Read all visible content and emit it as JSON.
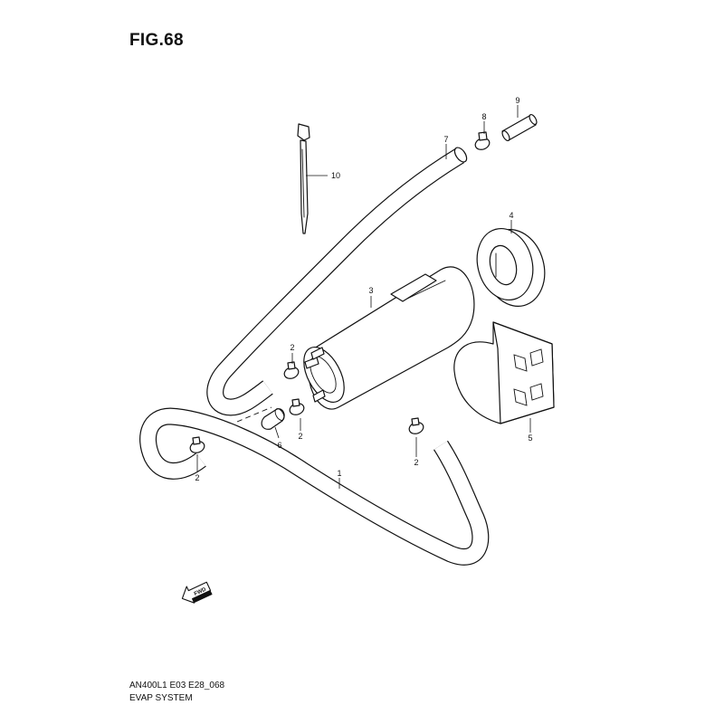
{
  "figure": {
    "title": "FIG.68",
    "model_code": "AN400L1 E03 E28_068",
    "section_title": "EVAP SYSTEM"
  },
  "fwd_label": "FWD",
  "callouts": [
    {
      "id": "c1",
      "label": "1",
      "part": "hose"
    },
    {
      "id": "c2a",
      "label": "2",
      "part": "clamp"
    },
    {
      "id": "c2b",
      "label": "2",
      "part": "clamp"
    },
    {
      "id": "c2c",
      "label": "2",
      "part": "clamp"
    },
    {
      "id": "c2d",
      "label": "2",
      "part": "clamp"
    },
    {
      "id": "c3",
      "label": "3",
      "part": "canister"
    },
    {
      "id": "c4",
      "label": "4",
      "part": "cushion ring"
    },
    {
      "id": "c5",
      "label": "5",
      "part": "holder"
    },
    {
      "id": "c6",
      "label": "6",
      "part": "cap"
    },
    {
      "id": "c7",
      "label": "7",
      "part": "hose"
    },
    {
      "id": "c8",
      "label": "8",
      "part": "clamp"
    },
    {
      "id": "c9",
      "label": "9",
      "part": "joint"
    },
    {
      "id": "c10",
      "label": "10",
      "part": "cable tie"
    }
  ]
}
